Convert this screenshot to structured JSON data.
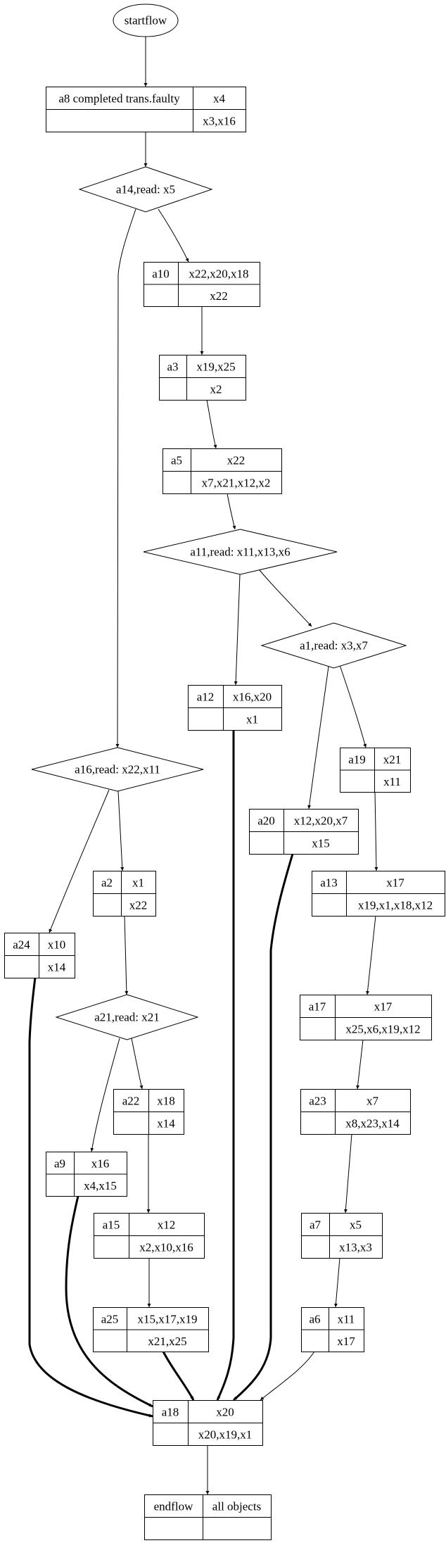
{
  "diagram": {
    "type": "flow-graph",
    "colors": {
      "stroke": "#000000",
      "background": "#ffffff"
    },
    "nodes": {
      "startflow": {
        "shape": "ellipse",
        "label": "startflow"
      },
      "a8": {
        "shape": "record",
        "cells": [
          "a8 completed trans.faulty",
          "x4",
          "",
          "x3,x16"
        ]
      },
      "a14": {
        "shape": "diamond",
        "label": "a14,read: x5"
      },
      "a10": {
        "shape": "record",
        "cells": [
          "a10",
          "x22,x20,x18",
          "",
          "x22"
        ]
      },
      "a3": {
        "shape": "record",
        "cells": [
          "a3",
          "x19,x25",
          "",
          "x2"
        ]
      },
      "a5": {
        "shape": "record",
        "cells": [
          "a5",
          "x22",
          "",
          "x7,x21,x12,x2"
        ]
      },
      "a11": {
        "shape": "diamond",
        "label": "a11,read: x11,x13,x6"
      },
      "a1": {
        "shape": "diamond",
        "label": "a1,read: x3,x7"
      },
      "a12": {
        "shape": "record",
        "cells": [
          "a12",
          "x16,x20",
          "",
          "x1"
        ]
      },
      "a19": {
        "shape": "record",
        "cells": [
          "a19",
          "x21",
          "",
          "x11"
        ]
      },
      "a20": {
        "shape": "record",
        "cells": [
          "a20",
          "x12,x20,x7",
          "",
          "x15"
        ]
      },
      "a13": {
        "shape": "record",
        "cells": [
          "a13",
          "x17",
          "",
          "x19,x1,x18,x12"
        ]
      },
      "a16": {
        "shape": "diamond",
        "label": "a16,read: x22,x11"
      },
      "a2": {
        "shape": "record",
        "cells": [
          "a2",
          "x1",
          "",
          "x22"
        ]
      },
      "a24": {
        "shape": "record",
        "cells": [
          "a24",
          "x10",
          "",
          "x14"
        ]
      },
      "a21": {
        "shape": "diamond",
        "label": "a21,read: x21"
      },
      "a22": {
        "shape": "record",
        "cells": [
          "a22",
          "x18",
          "",
          "x14"
        ]
      },
      "a9": {
        "shape": "record",
        "cells": [
          "a9",
          "x16",
          "",
          "x4,x15"
        ]
      },
      "a15": {
        "shape": "record",
        "cells": [
          "a15",
          "x12",
          "",
          "x2,x10,x16"
        ]
      },
      "a25": {
        "shape": "record",
        "cells": [
          "a25",
          "x15,x17,x19",
          "",
          "x21,x25"
        ]
      },
      "a17": {
        "shape": "record",
        "cells": [
          "a17",
          "x17",
          "",
          "x25,x6,x19,x12"
        ]
      },
      "a23": {
        "shape": "record",
        "cells": [
          "a23",
          "x7",
          "",
          "x8,x23,x14"
        ]
      },
      "a7": {
        "shape": "record",
        "cells": [
          "a7",
          "x5",
          "",
          "x13,x3"
        ]
      },
      "a6": {
        "shape": "record",
        "cells": [
          "a6",
          "x11",
          "",
          "x17"
        ]
      },
      "a18": {
        "shape": "record",
        "cells": [
          "a18",
          "x20",
          "",
          "x20,x19,x1"
        ]
      },
      "endflow": {
        "shape": "record",
        "cells": [
          "endflow",
          "all objects",
          "",
          ""
        ]
      }
    },
    "edges": [
      {
        "from": "startflow",
        "to": "a8",
        "bold": false
      },
      {
        "from": "a8",
        "to": "a14",
        "bold": false
      },
      {
        "from": "a14",
        "to": "a10",
        "bold": false
      },
      {
        "from": "a14",
        "to": "a16",
        "bold": false
      },
      {
        "from": "a10",
        "to": "a3",
        "bold": false
      },
      {
        "from": "a3",
        "to": "a5",
        "bold": false
      },
      {
        "from": "a5",
        "to": "a11",
        "bold": false
      },
      {
        "from": "a11",
        "to": "a12",
        "bold": false
      },
      {
        "from": "a11",
        "to": "a1",
        "bold": false
      },
      {
        "from": "a1",
        "to": "a20",
        "bold": false
      },
      {
        "from": "a1",
        "to": "a19",
        "bold": false
      },
      {
        "from": "a19",
        "to": "a13",
        "bold": false
      },
      {
        "from": "a13",
        "to": "a17",
        "bold": false
      },
      {
        "from": "a17",
        "to": "a23",
        "bold": false
      },
      {
        "from": "a23",
        "to": "a7",
        "bold": false
      },
      {
        "from": "a7",
        "to": "a6",
        "bold": false
      },
      {
        "from": "a16",
        "to": "a24",
        "bold": false
      },
      {
        "from": "a16",
        "to": "a2",
        "bold": false
      },
      {
        "from": "a2",
        "to": "a21",
        "bold": false
      },
      {
        "from": "a21",
        "to": "a9",
        "bold": false
      },
      {
        "from": "a21",
        "to": "a22",
        "bold": false
      },
      {
        "from": "a22",
        "to": "a15",
        "bold": false
      },
      {
        "from": "a15",
        "to": "a25",
        "bold": false
      },
      {
        "from": "a24",
        "to": "a18",
        "bold": true
      },
      {
        "from": "a9",
        "to": "a18",
        "bold": true
      },
      {
        "from": "a25",
        "to": "a18",
        "bold": true
      },
      {
        "from": "a12",
        "to": "a18",
        "bold": true
      },
      {
        "from": "a20",
        "to": "a18",
        "bold": true
      },
      {
        "from": "a6",
        "to": "a18",
        "bold": false
      },
      {
        "from": "a18",
        "to": "endflow",
        "bold": false
      }
    ]
  }
}
